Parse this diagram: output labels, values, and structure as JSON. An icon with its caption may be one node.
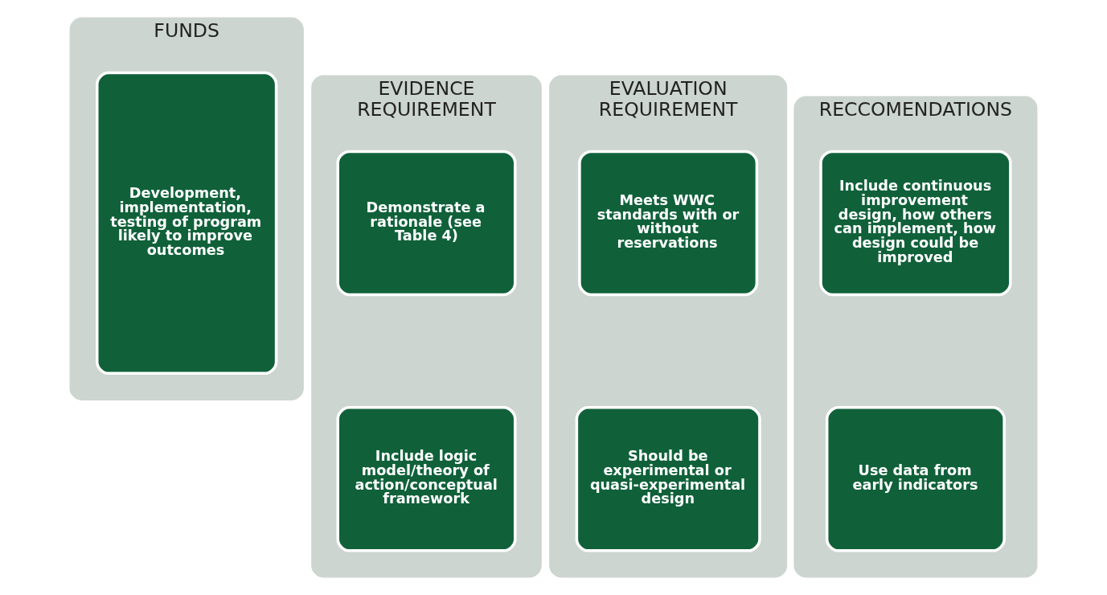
{
  "diagram": {
    "nodes": [
      {
        "text": [
          "FUNDS"
        ]
      },
      {
        "text": [
          "Development, implementation, testing of program likely to improve outcomes"
        ],
        "in": 0
      },
      {
        "text": [
          "EVIDENCE REQUIREMENT"
        ]
      },
      {
        "text": [
          "Demonstrate a rationale (see Table 4)"
        ],
        "in": 2
      },
      {
        "text": [
          "Include logic model/theory of action/conceptual framework"
        ],
        "in": 2
      },
      {
        "text": [
          "EVALUATION REQUIREMENT"
        ]
      },
      {
        "text": [
          "Meets WWC standards with or without reservations"
        ],
        "in": 5
      },
      {
        "text": [
          "Should be experimental or quasi-experimental design"
        ],
        "in": 5
      },
      {
        "text": [
          "RECCOMENDATIONS"
        ]
      },
      {
        "text": [
          "Include continuous improvement design, how others can implement, how design could be improved"
        ],
        "in": 8
      },
      {
        "text": [
          "Use data from early indicators"
        ],
        "in": 8
      }
    ],
    "edges": []
  }
}
